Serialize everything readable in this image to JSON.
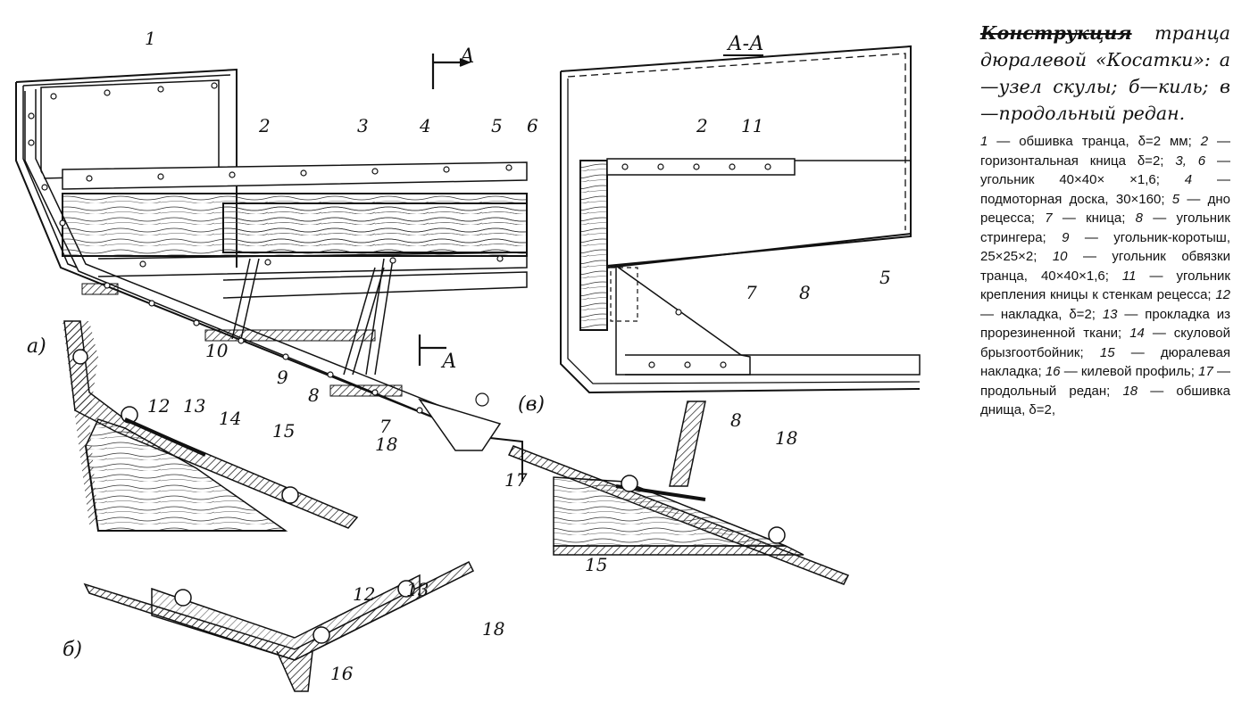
{
  "figure": {
    "labels": {
      "l1": "1",
      "l2": "2",
      "l3": "3",
      "l4": "4",
      "l5": "5",
      "l6": "6",
      "l7": "7",
      "l8": "8",
      "l9": "9",
      "l10": "10",
      "l11": "11",
      "l12": "12",
      "l13": "13",
      "l14": "14",
      "l15": "15",
      "l16": "16",
      "l17": "17",
      "l18": "18"
    },
    "section_marker": "А",
    "section_title": "А-А",
    "view_a": "а)",
    "view_b": "б)",
    "view_v": "(в)"
  },
  "caption": {
    "title_strike": "Конструкция",
    "title_rest": "транца дюралевой «Косатки»: а—узел скулы; б—киль; в—продольный редан.",
    "items": [
      {
        "n": "1",
        "t": " — обшивка транца, δ=2 мм;"
      },
      {
        "n": "2",
        "t": " — горизонтальная кница δ=2;"
      },
      {
        "n": "3, 6",
        "t": " — угольник 40×40× ×1,6;"
      },
      {
        "n": "4",
        "t": " — подмоторная доска, 30×160;"
      },
      {
        "n": "5",
        "t": " — дно рецесса;"
      },
      {
        "n": "7",
        "t": " — кница;"
      },
      {
        "n": "8",
        "t": " — угольник стрингера;"
      },
      {
        "n": "9",
        "t": " — угольник-коротыш, 25×25×2;"
      },
      {
        "n": "10",
        "t": " — угольник обвязки транца, 40×40×1,6;"
      },
      {
        "n": "11",
        "t": " — угольник крепления кницы к стенкам рецесса;"
      },
      {
        "n": "12",
        "t": " — накладка, δ=2;"
      },
      {
        "n": "13",
        "t": " — прокладка из прорезиненной ткани;"
      },
      {
        "n": "14",
        "t": " — скуловой брызгоотбойник;"
      },
      {
        "n": "15",
        "t": " — дюралевая накладка;"
      },
      {
        "n": "16",
        "t": " — килевой профиль;"
      },
      {
        "n": "17",
        "t": " — продольный редан;"
      },
      {
        "n": "18",
        "t": " — обшивка днища, δ=2,"
      }
    ]
  }
}
